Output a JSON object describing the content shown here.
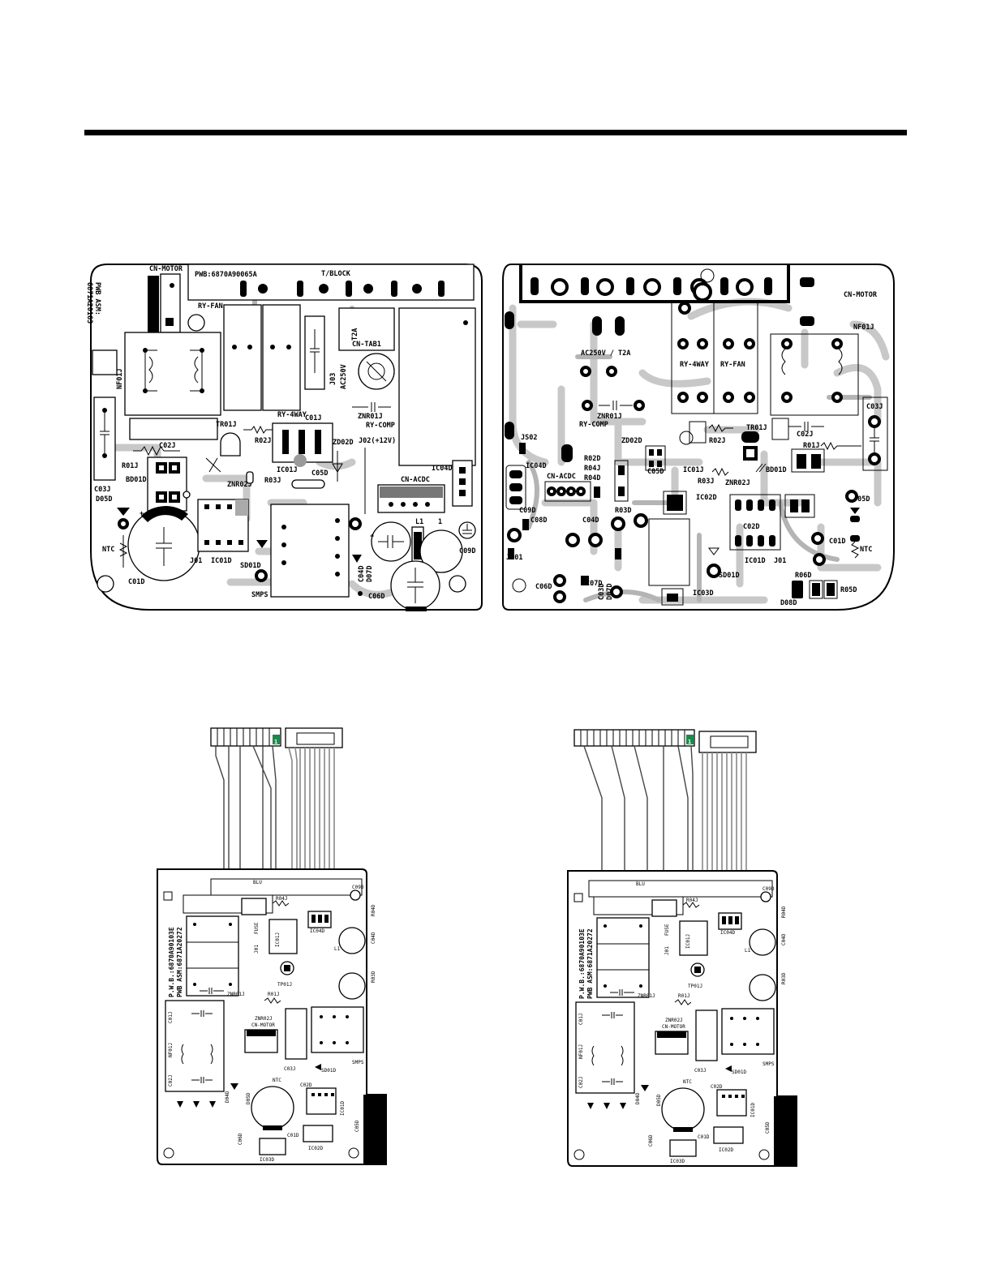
{
  "top_component_side": {
    "pwb_label": "PWB:6870A90065A",
    "asm_label_line1": "PWB ASM:",
    "asm_label_line2": "6871A20163",
    "labels": {
      "cn_motor": "CN-MOTOR",
      "t_block": "T/BLOCK",
      "ry_fan": "RY-FAN",
      "nf01j": "NF01J",
      "cn_tab1": "CN-TAB1",
      "t2a": "T2A",
      "ac250v": "AC250V",
      "j03": "J03",
      "ry_4way": "RY-4WAY",
      "c01j": "C01J",
      "znr01j": "ZNR01J",
      "ry_comp": "RY-COMP",
      "tr01j": "TR01J",
      "r02j": "R02J",
      "c02j": "C02J",
      "r01j": "R01J",
      "bd01d": "BD01D",
      "c03j": "C03J",
      "d05d": "D05D",
      "zd02d": "ZD02D",
      "j02": "J02(+12V)",
      "ic01j": "IC01J",
      "c05d": "C05D",
      "znr02j": "ZNR02J",
      "r03j": "R03J",
      "ic04d": "IC04D",
      "cn_acdc": "CN-ACDC",
      "ntc": "NTC",
      "j01": "J01",
      "ic01d": "IC01D",
      "sd01d": "SD01D",
      "c01d": "C01D",
      "smps": "SMPS",
      "c04d": "C04D",
      "d07d": "D07D",
      "c06d": "C06D",
      "l1": "L1",
      "pin1": "1",
      "c09d": "C09D"
    }
  },
  "top_solder_side": {
    "labels": {
      "cn_motor": "CN-MOTOR",
      "nf01j": "NF01J",
      "ac250v_t2a": "AC250V / T2A",
      "ry_4way": "RY-4WAY",
      "ry_fan": "RY-FAN",
      "znr01j": "ZNR01J",
      "ry_comp": "RY-COMP",
      "c03j": "C03J",
      "js02": "JS02",
      "tr01j": "TR01J",
      "c02j": "C02J",
      "r02j": "R02J",
      "r01j": "R01J",
      "zd02d": "ZD02D",
      "ic04d": "IC04D",
      "r02d": "R02D",
      "r04j": "R04J",
      "r04d": "R04D",
      "cn_acdc": "CN-ACDC",
      "c05d": "C05D",
      "ic01j": "IC01J",
      "bd01d": "BD01D",
      "r03j": "R03J",
      "znr02j": "ZNR02J",
      "c09d": "C09D",
      "c08d": "C08D",
      "r03d": "R03D",
      "ic02d": "IC02D",
      "d05d": "D05D",
      "c04d": "C04D",
      "c02d": "C02D",
      "c01d": "C01D",
      "ntc": "NTC",
      "js01": "JS01",
      "c03d": "C03D",
      "d07d": "D07D",
      "ic01d": "IC01D",
      "j01": "J01",
      "sd01d": "SD01D",
      "c06d": "C06D",
      "c07d": "C07D",
      "r06d": "R06D",
      "r05d": "R05D",
      "d08d": "D08D",
      "ic03d": "IC03D"
    }
  },
  "bottom_left": {
    "connector_pin": "1",
    "pwb_label": "P.W.B.:6870A90103E",
    "asm_label": "PWB ASM:6871A20272",
    "labels": {
      "smps": "SMPS",
      "cn_motor": "CN-MOTOR",
      "ntc": "NTC",
      "c01d": "C01D",
      "c02d": "C02D",
      "ic01d": "IC01D",
      "ic02d": "IC02D",
      "sd01d": "SD01D",
      "tp01j": "TP01J",
      "ic04d": "IC04D",
      "znr01j": "ZNR01J",
      "znr02j": "ZNR02J",
      "nf01j": "NF01J",
      "c01j": "C01J",
      "c02j": "C02J",
      "c03j": "C03J",
      "r01j": "R01J",
      "r04j": "R04J",
      "j01": "J01",
      "fuse": "FUSE",
      "c09d": "C09D",
      "c04d": "C04D",
      "l1": "L1",
      "r03d": "R03D",
      "r04d": "R04D",
      "ic03d": "IC03D",
      "d05d": "D05D",
      "d04d": "D04D",
      "c05d": "C05D",
      "c06d": "C06D"
    }
  },
  "bottom_right": {
    "connector_pin": "1",
    "pwb_label": "P.W.B.:6870A90103E",
    "asm_label": "PWB ASM:6871A20272",
    "labels": {
      "smps": "SMPS",
      "cn_motor": "CN-MOTOR",
      "ntc": "NTC",
      "c01d": "C01D",
      "c02d": "C02D",
      "ic01d": "IC01D",
      "ic02d": "IC02D",
      "sd01d": "SD01D",
      "tp01j": "TP01J",
      "ic04d": "IC04D",
      "znr01j": "ZNR01J",
      "znr02j": "ZNR02J",
      "nf01j": "NF01J",
      "c01j": "C01J",
      "c02j": "C02J",
      "c03j": "C03J",
      "r01j": "R01J",
      "r04j": "R04J",
      "j01": "J01",
      "fuse": "FUSE",
      "c09d": "C09D",
      "c04d": "C04D",
      "l1": "L1",
      "r03d": "R03D",
      "r04d": "R04D",
      "ic03d": "IC03D",
      "d05d": "D05D",
      "d04d": "D04D",
      "c05d": "C05D",
      "c06d": "C06D"
    }
  }
}
